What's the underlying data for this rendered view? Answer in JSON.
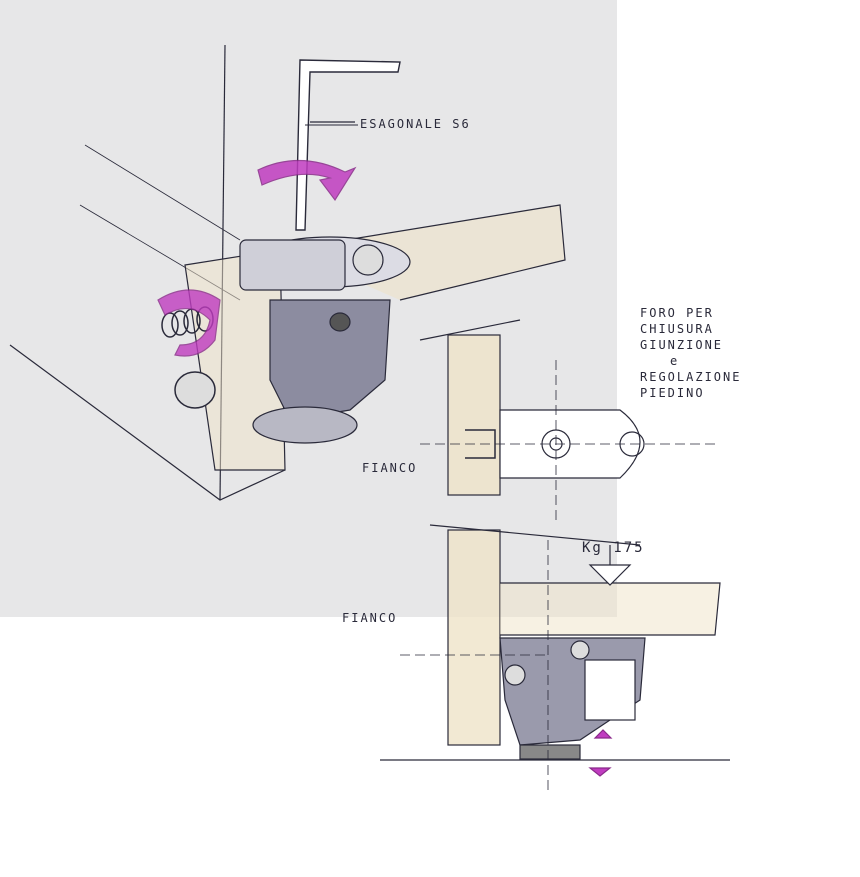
{
  "labels": {
    "hex_key": "ESAGONALE S6",
    "hole_note": [
      "FORO PER",
      "CHIUSURA",
      "GIUNZIONE",
      "e",
      "REGOLAZIONE",
      "PIEDINO"
    ],
    "side_top": "FIANCO",
    "side_bottom": "FIANCO",
    "load": "Kg 175"
  },
  "colors": {
    "ink": "#2a2a3a",
    "arrow_magenta": "#c03cc0",
    "wood": "#efe3c8",
    "background": "#e7e7e8"
  }
}
